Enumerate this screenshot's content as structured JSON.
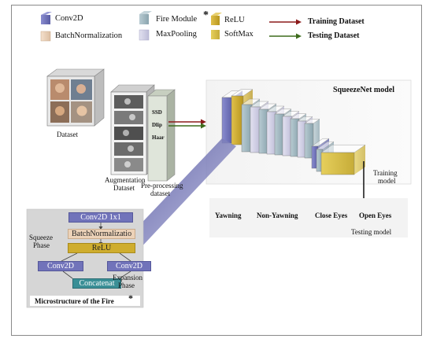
{
  "legend": {
    "conv2d": "Conv2D",
    "batchnorm": "BatchNormalization",
    "fire_module": "Fire Module",
    "fire_star": "*",
    "maxpooling": "MaxPooling",
    "relu": "ReLU",
    "softmax": "SoftMax",
    "training_dataset": "Training Dataset",
    "testing_dataset": "Testing Dataset"
  },
  "pipeline": {
    "dataset": "Dataset",
    "augmentation_line1": "Augmentation",
    "augmentation_line2": "Dataset",
    "preprocessing_line1": "Pre-processing",
    "preprocessing_line2": "dataset",
    "methods": [
      "SSD",
      "Dlip",
      "Haar"
    ]
  },
  "model": {
    "title": "SqueezeNet model",
    "training_line1": "Training",
    "training_line2": "model"
  },
  "testing": {
    "classes": [
      "Yawning",
      "Non-Yawning",
      "Close Eyes",
      "Open Eyes"
    ],
    "label": "Testing model"
  },
  "fire": {
    "conv_1x1": "Conv2D 1x1",
    "batchnorm": "BatchNormalizatio",
    "relu": "ReLU",
    "conv_left": "Conv2D",
    "conv_right": "Conv2D",
    "concat": "Concatenat",
    "squeeze_line1": "Squeeze",
    "squeeze_line2": "Phase",
    "expansion_line1": "Expansion",
    "expansion_line2": "Phase",
    "caption": "Microstructure of the Fire",
    "caption_star": "*"
  },
  "colors": {
    "conv2d": "#6a6db4",
    "batchnorm": "#ecd2b8",
    "fire_module": "#9cb4bd",
    "maxpooling": "#cdcce2",
    "relu": "#c8a72e",
    "softmax": "#d6bf4a",
    "training_arrow": "#8b1a1a",
    "testing_arrow": "#3d6b1c",
    "concat": "#3a8f96"
  }
}
